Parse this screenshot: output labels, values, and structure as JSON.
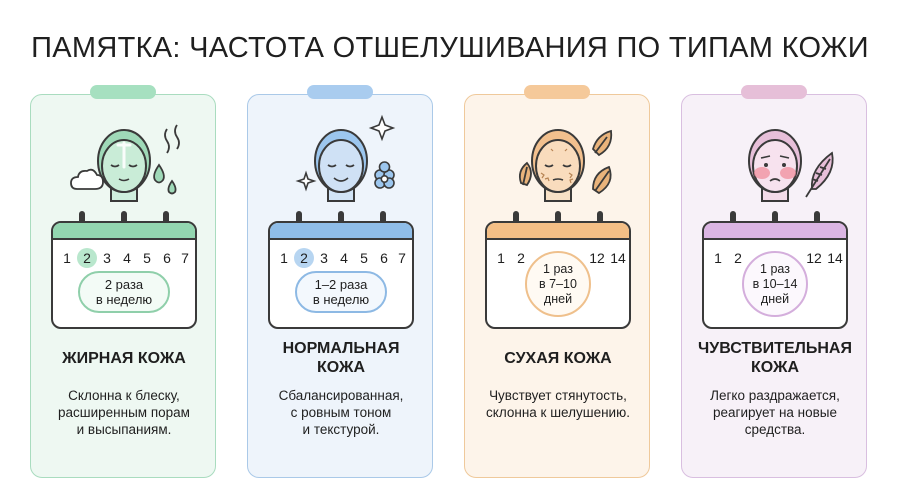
{
  "title": "ПАМЯТКА: ЧАСТОТА ОТШЕЛУШИВАНИЯ ПО ТИПАМ КОЖИ",
  "cards": [
    {
      "name": "ЖИРНАЯ КОЖА",
      "days": [
        "1",
        "2",
        "3",
        "4",
        "5",
        "6",
        "7"
      ],
      "highlighted_day": "2",
      "frequency": "2 раза\nв неделю",
      "description": "Склонна к блеску,\nрасширенным порам\nи высыпаниям.",
      "icons": [
        "face-oily-icon",
        "steam-icon",
        "droplets-icon",
        "cloud-puff-icon"
      ],
      "colors": {
        "bg": "#eef8f2",
        "border": "#a9dcbf",
        "tab": "#a6e0c0",
        "head": "#93d6b0",
        "hl": "#b9e7cd"
      }
    },
    {
      "name": "НОРМАЛЬНАЯ\nКОЖА",
      "days": [
        "1",
        "2",
        "3",
        "4",
        "5",
        "6",
        "7"
      ],
      "highlighted_day": "2",
      "frequency": "1–2 раза\nв неделю",
      "description": "Сбалансированная,\nс ровным тоном\nи текстурой.",
      "icons": [
        "face-normal-icon",
        "sparkle-icon",
        "flower-icon"
      ],
      "colors": {
        "bg": "#eef4fb",
        "border": "#aac9e8",
        "tab": "#a9ccef",
        "head": "#8fbde8",
        "hl": "#b7d5f1"
      }
    },
    {
      "name": "СУХАЯ КОЖА",
      "days": [
        "1",
        "2",
        "12",
        "14"
      ],
      "highlighted_day": "",
      "frequency": "1 раз\nв 7–10\nдней",
      "description": "Чувствует стянутость,\nсклонна к шелушению.",
      "icons": [
        "face-dry-icon",
        "leaf-icon"
      ],
      "colors": {
        "bg": "#fdf4ea",
        "border": "#efc99b",
        "tab": "#f5c99a",
        "head": "#f4bf86",
        "hl": "#f6d7b3"
      }
    },
    {
      "name": "ЧУВСТВИТЕЛЬНАЯ\nКОЖА",
      "days": [
        "1",
        "2",
        "12",
        "14"
      ],
      "highlighted_day": "",
      "frequency": "1 раз\nв 10–14\nдней",
      "description": "Легко раздражается,\nреагирует на новые\nсредства.",
      "icons": [
        "face-sensitive-icon",
        "feather-icon"
      ],
      "colors": {
        "bg": "#f7f1f8",
        "border": "#d9bfe0",
        "tab": "#e6bfd8",
        "head": "#dbb5e3",
        "hl": "#ecd3ef"
      }
    }
  ]
}
